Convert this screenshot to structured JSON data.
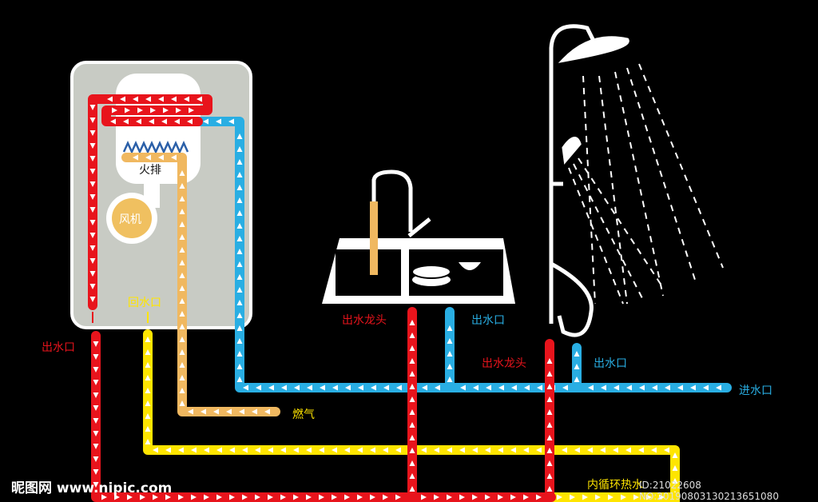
{
  "labels": {
    "fire_row": "火排",
    "fan": "风机",
    "return_inlet": "回水口",
    "hot_outlet_left": "出水口",
    "gas": "燃气",
    "sink_faucet": "出水龙头",
    "sink_outlet": "出水口",
    "shower_faucet": "出水龙头",
    "shower_outlet": "出水口",
    "water_inlet": "进水口",
    "recirculation": "内循环热水"
  },
  "watermark": "昵图网 www.nipic.com",
  "id_text": "ID:21022608 NO:20190803130213651080",
  "colors": {
    "hot": "#e8141c",
    "cold": "#29aee3",
    "gas": "#f0b860",
    "return": "#ffe500",
    "heater": "#c8cbc4"
  }
}
